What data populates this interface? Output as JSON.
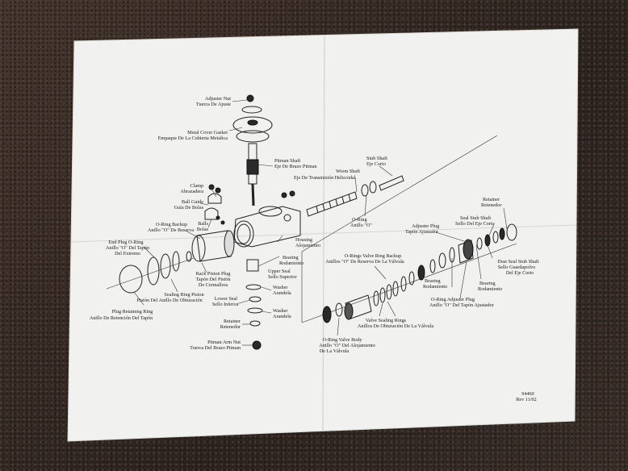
{
  "callouts": {
    "adjuster_nut": [
      "Adjuster Nut",
      "Tuerca De Ajuste"
    ],
    "metal_cover_gasket": [
      "Metal Cover Gasket",
      "Empaque De La Cubierta Metalica"
    ],
    "pitman_shaft": [
      "Pitman Shaft",
      "Eje De Brazo Pitman"
    ],
    "worm_shaft": [
      "Worm Shaft",
      "Eje De Transmisión Helicoidal"
    ],
    "stub_shaft": [
      "Stub Shaft",
      "Eje Corto"
    ],
    "clamp": [
      "Clamp",
      "Abrazadera"
    ],
    "ball_guide": [
      "Ball Guide",
      "Guía De Bolas"
    ],
    "balls": [
      "Balls",
      "Bolas"
    ],
    "o_ring_backup": [
      "O-Ring Backup",
      "Anillo \"O\" De Reserva"
    ],
    "end_plug_o_ring": [
      "End Plug O-Ring",
      "Anillo \"O\" Del Tapón",
      "Del Extremo"
    ],
    "o_ring": [
      "O-Ring",
      "Anillo \"O\""
    ],
    "retainer_top": [
      "Retainer",
      "Retenedor"
    ],
    "seal_stub_shaft": [
      "Seal Stub Shaft",
      "Sello Del Eje Corto"
    ],
    "adjuster_plug": [
      "Adjuster Plug",
      "Tapón Ajustador"
    ],
    "housing": [
      "Housing",
      "Alojamiento"
    ],
    "bearing_upper": [
      "Bearing",
      "Rodamiento"
    ],
    "upper_seal": [
      "Upper Seal",
      "Sello Superior"
    ],
    "rack_piston_plug": [
      "Rack Piston Plug",
      "Tapón Del Pistón",
      "De Cremallera"
    ],
    "sealing_ring_piston": [
      "Sealing Ring Piston",
      "Pistón Del Anillo De Obturación"
    ],
    "plug_retaining_ring": [
      "Plug Retaining Ring",
      "Anillo De Retención Del Tapón"
    ],
    "washer_1": [
      "Washer",
      "Arandela"
    ],
    "lower_seal": [
      "Lower Seal",
      "Sello Inferior"
    ],
    "washer_2": [
      "Washer",
      "Arandela"
    ],
    "retainer_low": [
      "Retainer",
      "Retenedor"
    ],
    "pitman_arm_nut": [
      "Pitman Arm Nut",
      "Tuerca Del Brazo Pitman"
    ],
    "o_rings_valve_ring_backup": [
      "O-Rings Valve Ring Backup",
      "Anillos \"O\" De Reserva De La Válvula"
    ],
    "bearing_valve": [
      "Bearing",
      "Rodamiento"
    ],
    "bearing_right": [
      "Bearing",
      "Rodamiento"
    ],
    "dust_seal_stub_shaft": [
      "Dust Seal Stub Shaft",
      "Sello Guardapolvo",
      "Del Eje Corto"
    ],
    "o_ring_adjuster_plug": [
      "O-Ring Adjuster Plug",
      "Anillo \"O\" Del Tapón Ajustador"
    ],
    "valve_sealing_rings": [
      "Valve Sealing Rings",
      "Anillos De Obturación De La Válvula"
    ],
    "o_ring_valve_body": [
      "O-Ring Valve Body",
      "Anillo \"O\" Del Alojamiento",
      "De La Válvula"
    ]
  },
  "document_id": "94460",
  "revision": "Rev 11/02"
}
